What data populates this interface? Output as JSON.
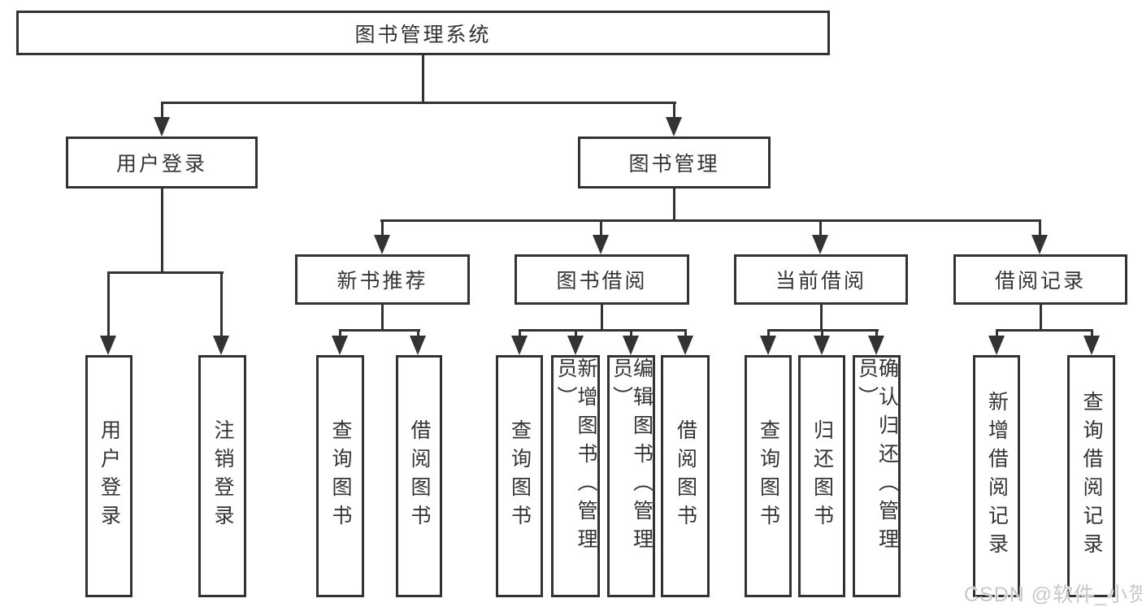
{
  "colors": {
    "line": "#333333",
    "text": "#333333",
    "watermark": "#c8c8c8",
    "background": "#ffffff"
  },
  "tree": {
    "root": {
      "label": "图书管理系统"
    },
    "branches": [
      {
        "label": "用户登录",
        "children": [
          {
            "label": "用户登录"
          },
          {
            "label": "注销登录"
          }
        ]
      },
      {
        "label": "图书管理",
        "children": [
          {
            "label": "新书推荐",
            "children": [
              {
                "label": "查询图书"
              },
              {
                "label": "借阅图书"
              }
            ]
          },
          {
            "label": "图书借阅",
            "children": [
              {
                "label": "查询图书"
              },
              {
                "label": "新增图书（管理员）"
              },
              {
                "label": "编辑图书（管理员）"
              },
              {
                "label": "借阅图书"
              }
            ]
          },
          {
            "label": "当前借阅",
            "children": [
              {
                "label": "查询图书"
              },
              {
                "label": "归还图书"
              },
              {
                "label": "确认归还（管理员）"
              }
            ]
          },
          {
            "label": "借阅记录",
            "children": [
              {
                "label": "新增借阅记录"
              },
              {
                "label": "查询借阅记录"
              }
            ]
          }
        ]
      }
    ]
  },
  "watermark": {
    "text": "CSDN @软件_小贺同学"
  }
}
